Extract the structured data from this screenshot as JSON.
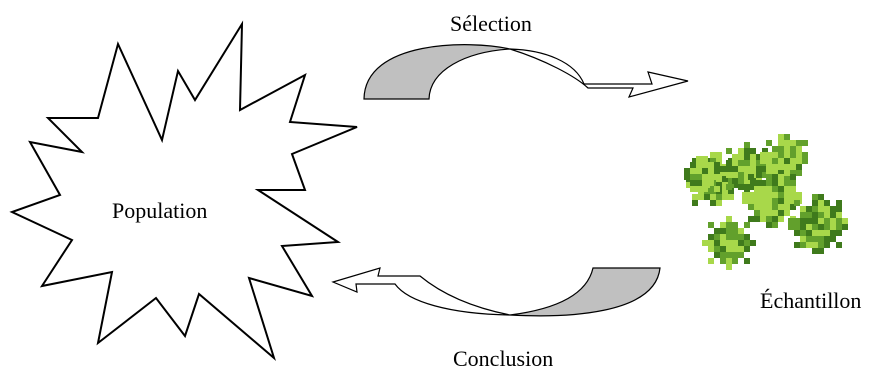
{
  "labels": {
    "population": "Population",
    "selection": "Sélection",
    "conclusion": "Conclusion",
    "sample": "Échantillon"
  },
  "colors": {
    "stroke": "#000000",
    "arrow_shade": "#c0c0c0",
    "arrow_fill": "#ffffff",
    "sample_dark": "#3f7a1c",
    "sample_mid": "#62a02c",
    "sample_light": "#a8d84a"
  },
  "icons": {
    "population": "starburst-shape",
    "sample": "green-cluster-icon",
    "selection": "curved-arrow-right",
    "conclusion": "curved-arrow-left"
  }
}
